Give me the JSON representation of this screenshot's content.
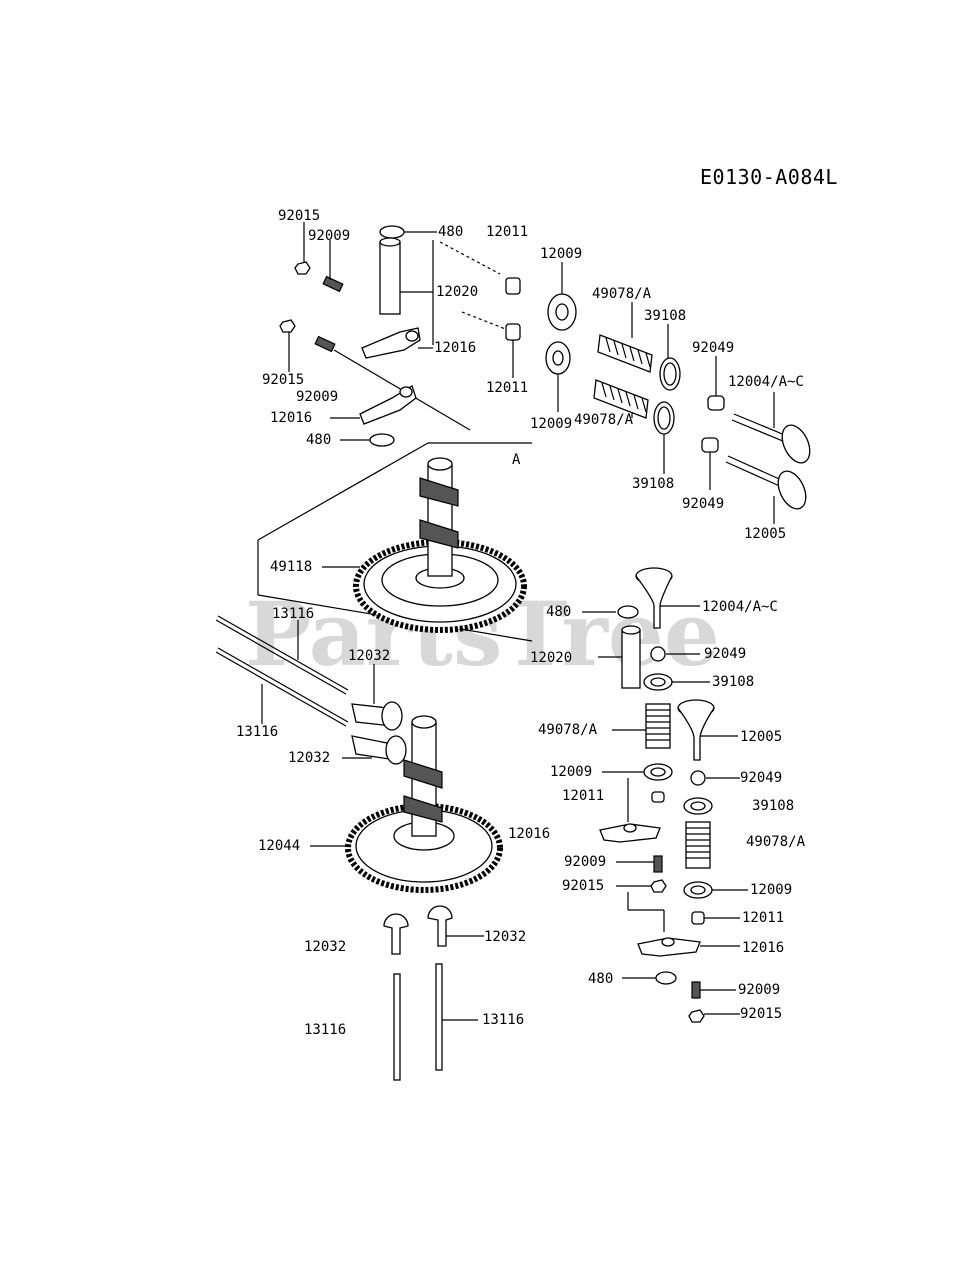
{
  "diagram_code": "E0130-A084L",
  "watermark": "PartsTree",
  "labels": {
    "p92015_a": "92015",
    "p92009_a": "92009",
    "p480_a": "480",
    "p12011_a": "12011",
    "p12009_a": "12009",
    "p12020_a": "12020",
    "p49078_a": "49078/A",
    "p39108_a": "39108",
    "p12016_a": "12016",
    "p92049_a": "92049",
    "p12004_a": "12004/A~C",
    "p92015_b": "92015",
    "p12011_b": "12011",
    "p92009_b": "92009",
    "p12016_b": "12016",
    "p12009_b": "12009",
    "p480_b": "480",
    "p49078_b": "49078/A",
    "ref_a": "A",
    "p39108_b": "39108",
    "p92049_b": "92049",
    "p12005_a": "12005",
    "p49118": "49118",
    "p480_c": "480",
    "p12004_b": "12004/A~C",
    "p13116_a": "13116",
    "p12020_b": "12020",
    "p92049_c": "92049",
    "p12032_a": "12032",
    "p39108_c": "39108",
    "p13116_b": "13116",
    "p49078_c": "49078/A",
    "p12005_b": "12005",
    "p12032_b": "12032",
    "p12009_c": "12009",
    "p92049_d": "92049",
    "p12011_c": "12011",
    "p39108_d": "39108",
    "p12016_c": "12016",
    "p49078_d": "49078/A",
    "p12044": "12044",
    "p92009_c": "92009",
    "p92015_c": "92015",
    "p12009_d": "12009",
    "p12011_d": "12011",
    "p12016_d": "12016",
    "p12032_c": "12032",
    "p12032_d": "12032",
    "p480_d": "480",
    "p92009_d": "92009",
    "p92015_d": "92015",
    "p13116_c": "13116",
    "p13116_d": "13116"
  }
}
